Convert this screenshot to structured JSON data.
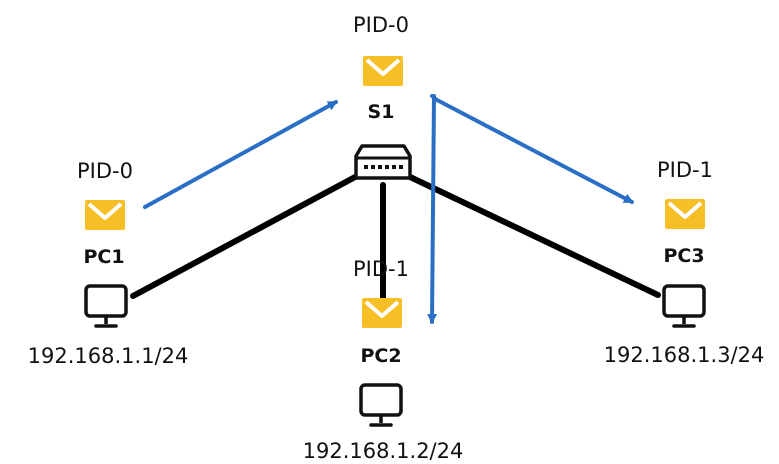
{
  "colors": {
    "link": "#000000",
    "arrow": "#2a6fc6",
    "envelope": "#f6bf26",
    "envelope_flap": "#ffffff",
    "device_stroke": "#111111"
  },
  "icons": {
    "switch": "network-switch-icon",
    "pc": "monitor-icon",
    "packet": "envelope-icon"
  },
  "switch": {
    "name": "S1",
    "packet_label": "PID-0"
  },
  "pcs": [
    {
      "name": "PC1",
      "ip": "192.168.1.1/24",
      "packet_label": "PID-0"
    },
    {
      "name": "PC2",
      "ip": "192.168.1.2/24",
      "packet_label": "PID-1"
    },
    {
      "name": "PC3",
      "ip": "192.168.1.3/24",
      "packet_label": "PID-1"
    }
  ]
}
